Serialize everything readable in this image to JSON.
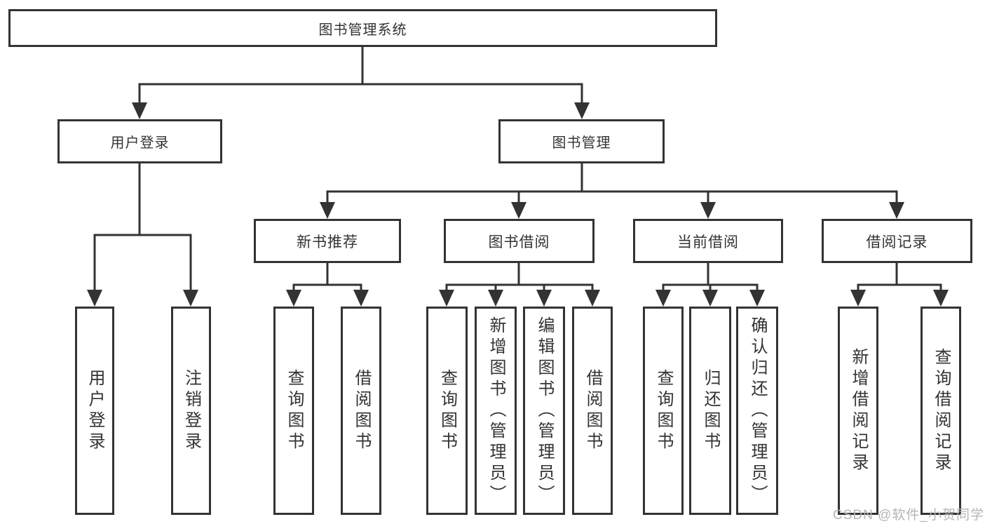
{
  "diagram": {
    "root": {
      "label": "图书管理系统"
    },
    "level2": [
      {
        "label": "用户登录"
      },
      {
        "label": "图书管理"
      }
    ],
    "level3": [
      {
        "label": "新书推荐"
      },
      {
        "label": "图书借阅"
      },
      {
        "label": "当前借阅"
      },
      {
        "label": "借阅记录"
      }
    ],
    "leaves": {
      "login": [
        "用户登录",
        "注销登录"
      ],
      "recommend": [
        "查询图书",
        "借阅图书"
      ],
      "borrow": [
        "查询图书",
        "新增图书（管理员）",
        "编辑图书（管理员）",
        "借阅图书"
      ],
      "current": [
        "查询图书",
        "归还图书",
        "确认归还（管理员）"
      ],
      "records": [
        "新增借阅记录",
        "查询借阅记录"
      ]
    },
    "colors": {
      "line": "#333333",
      "text": "#333333",
      "watermark": "#b5b5b5"
    },
    "watermark": "CSDN @软件_小贺同学"
  }
}
